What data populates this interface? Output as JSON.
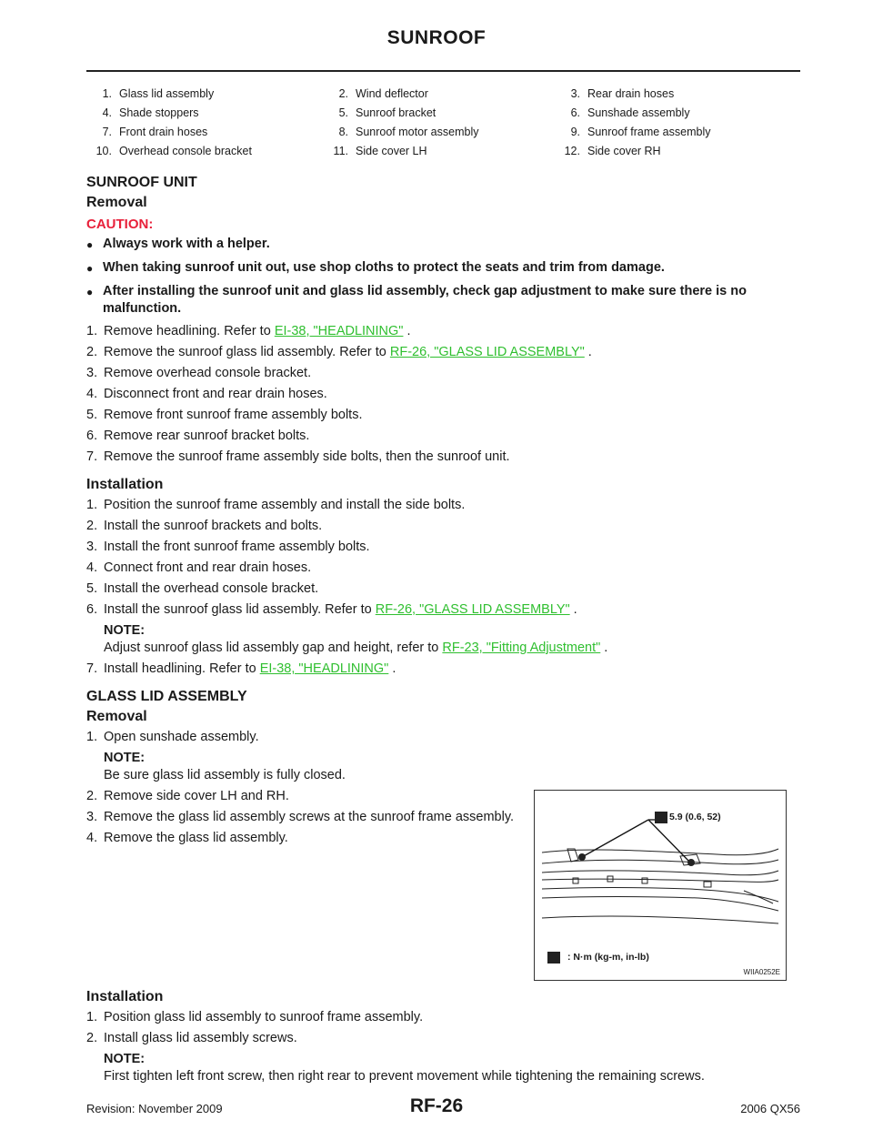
{
  "header": {
    "title": "SUNROOF"
  },
  "legend": [
    [
      {
        "num": "1.",
        "text": "Glass lid assembly"
      },
      {
        "num": "2.",
        "text": "Wind deflector"
      },
      {
        "num": "3.",
        "text": "Rear drain hoses"
      }
    ],
    [
      {
        "num": "4.",
        "text": "Shade stoppers"
      },
      {
        "num": "5.",
        "text": "Sunroof bracket"
      },
      {
        "num": "6.",
        "text": "Sunshade assembly"
      }
    ],
    [
      {
        "num": "7.",
        "text": "Front drain hoses"
      },
      {
        "num": "8.",
        "text": "Sunroof motor assembly"
      },
      {
        "num": "9.",
        "text": "Sunroof frame assembly"
      }
    ],
    [
      {
        "num": "10.",
        "text": "Overhead console bracket"
      },
      {
        "num": "11.",
        "text": "Side cover LH"
      },
      {
        "num": "12.",
        "text": "Side cover RH"
      }
    ]
  ],
  "unit": {
    "title": "SUNROOF UNIT",
    "removal_title": "Removal",
    "caution_label": "CAUTION:",
    "cautions": [
      "Always work with a helper.",
      "When taking sunroof unit out, use shop cloths to protect the seats and trim from damage.",
      "After installing the sunroof unit and glass lid assembly, check gap adjustment to make sure there is no malfunction."
    ],
    "removal_steps": [
      {
        "num": "1.",
        "pre": "Remove headlining. Refer to ",
        "link": "EI-38, \"HEADLINING\"",
        "post": " ."
      },
      {
        "num": "2.",
        "pre": "Remove the sunroof glass lid assembly. Refer to ",
        "link": "RF-26, \"GLASS LID ASSEMBLY\"",
        "post": " ."
      },
      {
        "num": "3.",
        "pre": "Remove overhead console bracket."
      },
      {
        "num": "4.",
        "pre": "Disconnect front and rear drain hoses."
      },
      {
        "num": "5.",
        "pre": "Remove front sunroof frame assembly bolts."
      },
      {
        "num": "6.",
        "pre": "Remove rear sunroof bracket bolts."
      },
      {
        "num": "7.",
        "pre": "Remove the sunroof frame assembly side bolts, then the sunroof unit."
      }
    ],
    "installation_title": "Installation",
    "installation_steps": [
      {
        "num": "1.",
        "pre": "Position the sunroof frame assembly and install the side bolts."
      },
      {
        "num": "2.",
        "pre": "Install the sunroof brackets and bolts."
      },
      {
        "num": "3.",
        "pre": "Install the front sunroof frame assembly bolts."
      },
      {
        "num": "4.",
        "pre": "Connect front and rear drain hoses."
      },
      {
        "num": "5.",
        "pre": "Install the overhead console bracket."
      },
      {
        "num": "6.",
        "pre": "Install the sunroof glass lid assembly. Refer to ",
        "link": "RF-26, \"GLASS LID ASSEMBLY\"",
        "post": " ."
      }
    ],
    "note_label": "NOTE:",
    "note_pre": "Adjust sunroof glass lid assembly gap and height, refer to ",
    "note_link": "RF-23, \"Fitting Adjustment\"",
    "note_post": " .",
    "last_step": {
      "num": "7.",
      "pre": "Install headlining. Refer to ",
      "link": "EI-38, \"HEADLINING\"",
      "post": " ."
    }
  },
  "glass": {
    "title": "GLASS LID ASSEMBLY",
    "removal_title": "Removal",
    "step1": {
      "num": "1.",
      "pre": "Open sunshade assembly."
    },
    "note1_label": "NOTE:",
    "note1_text": "Be sure glass lid assembly is fully closed.",
    "steps": [
      {
        "num": "2.",
        "pre": "Remove side cover LH and RH."
      },
      {
        "num": "3.",
        "pre": "Remove the glass lid assembly screws at the sunroof frame assembly."
      },
      {
        "num": "4.",
        "pre": "Remove the glass lid assembly."
      }
    ],
    "installation_title": "Installation",
    "installation_steps": [
      {
        "num": "1.",
        "pre": "Position glass lid assembly to sunroof frame assembly."
      },
      {
        "num": "2.",
        "pre": "Install glass lid assembly screws."
      }
    ],
    "note2_label": "NOTE:",
    "note2_text": "First tighten left front screw, then right rear to prevent movement while tightening the remaining screws."
  },
  "figure": {
    "torque": "5.9 (0.6, 52)",
    "unit_label": ": N·m (kg-m, in-lb)",
    "code": "WIIA0252E"
  },
  "footer": {
    "revision": "Revision: November 2009",
    "page": "RF-26",
    "model": "2006 QX56"
  },
  "colors": {
    "link": "#2fbf2f",
    "caution": "#e8203a"
  }
}
